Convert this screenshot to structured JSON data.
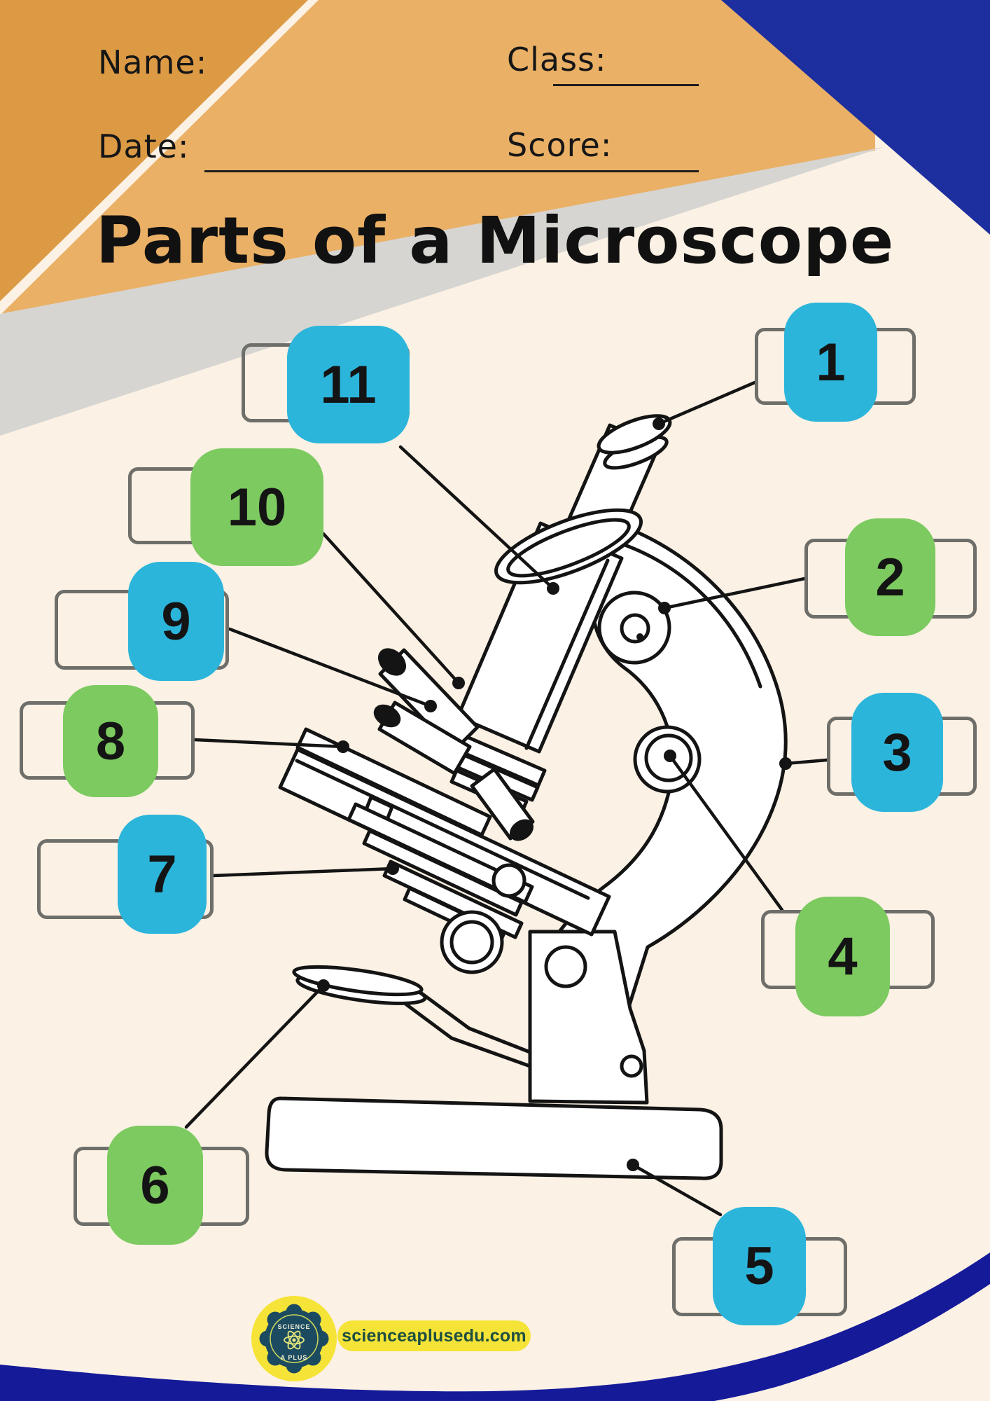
{
  "header": {
    "name_label": "Name:",
    "class_label": "Class:",
    "date_label": "Date:",
    "score_label": "Score:"
  },
  "title": "Parts of a Microscope",
  "badges": [
    "1",
    "2",
    "3",
    "4",
    "5",
    "6",
    "7",
    "8",
    "9",
    "10",
    "11"
  ],
  "footer": {
    "website": "scienceaplusedu.com",
    "logo_text_top": "SCIENCE",
    "logo_text_bottom": "A PLUS"
  },
  "colors": {
    "badge_blue": "#2cb5db",
    "badge_green": "#7cca60",
    "accent_navy_triangle": "#1d2e9e",
    "accent_navy_swoosh": "#151a99",
    "accent_orange_dark": "#dd9a45",
    "accent_orange_light": "#eab066",
    "accent_gray": "#d6d5d2",
    "background_cream": "#fbf1e4",
    "logo_yellow": "#f5e437",
    "logo_badge_teal": "#1c4b61"
  }
}
